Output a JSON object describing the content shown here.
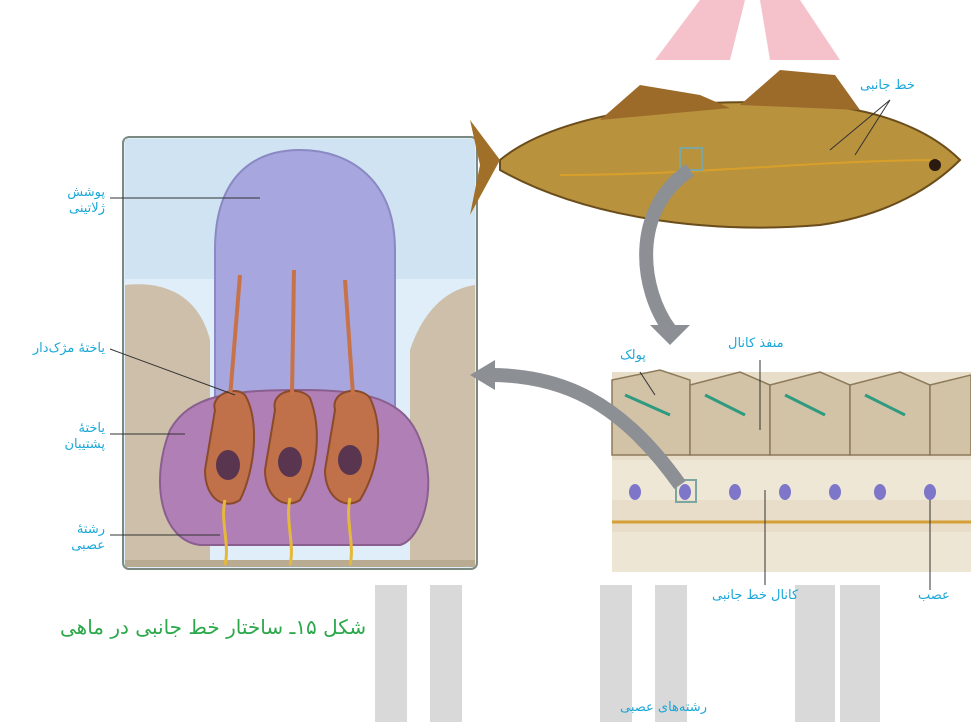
{
  "figure": {
    "top_text": "",
    "caption": "شکل ۱۵ـ ساختار خط جانبی در ماهی",
    "labels": {
      "lateral_line": "خط جانبی",
      "gelatinous_cover_1": "پوشش",
      "gelatinous_cover_2": "ژلاتینی",
      "hair_cell": "یاختهٔ مژک‌دار",
      "support_cell_1": "یاختهٔ",
      "support_cell_2": "پشتیبان",
      "nerve_fiber_1": "رشتهٔ",
      "nerve_fiber_2": "عصبی",
      "scale": "پولک",
      "canal_opening": "منفذ کانال",
      "lateral_line_canal": "کانال خط جانبی",
      "nerve": "عصب",
      "nerve_fibers": "رشته‌های عصبی"
    }
  }
}
